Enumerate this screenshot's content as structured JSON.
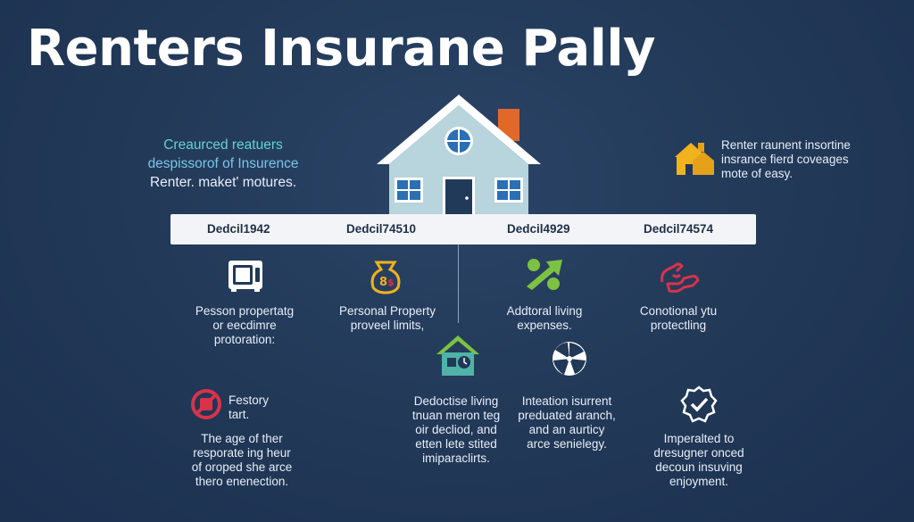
{
  "title": "Renters Insurane Pally",
  "intro_left": [
    "Creaurced reatuers",
    "despissorof of Insurence",
    "Renter. maket' motures."
  ],
  "intro_right": [
    "Renter raunent insortine",
    "insrance fierd coveages",
    "mote of easy."
  ],
  "bar_labels": [
    "Dedcil1942",
    "Dedcil74510",
    "Dedcil4929",
    "Dedcil74574"
  ],
  "row1": [
    {
      "icon": "safe-icon",
      "lines": [
        "Pesson propertatg",
        "or eecdimre",
        "protoration:"
      ]
    },
    {
      "icon": "money-bag-icon",
      "lines": [
        "Personal Property",
        "proveel limits,"
      ]
    },
    {
      "icon": "arrow-up-icon",
      "lines": [
        "Addtoral living",
        "expenses."
      ]
    },
    {
      "icon": "bandaged-hand-icon",
      "lines": [
        "Conotional ytu",
        "protectling"
      ]
    }
  ],
  "row2": [
    {
      "icon": "no-entry-icon",
      "label": [
        "Festory",
        "tart."
      ],
      "lines": [
        "The age of ther",
        "resporate ing heur",
        "of oroped she arce",
        "thero enenection."
      ]
    },
    {
      "icon": "house-shield-icon",
      "lines": [
        "Dedoctise living",
        "tnuan meron teg",
        "oir decliod, and",
        "etten lete stited",
        "imiparaclirts."
      ]
    },
    {
      "icon": "shutter-icon",
      "lines": [
        "Inteation isurrent",
        "preduated aranch,",
        "and an aurticy",
        "arce senielegy."
      ]
    },
    {
      "icon": "shield-check-icon",
      "lines": [
        "Imperalted to",
        "dresugner onced",
        "decoun insuving",
        "enjoyment."
      ]
    }
  ],
  "colors": {
    "background": "#213856",
    "bar": "#f2f4f7",
    "house_wall": "#b8d4dc",
    "house_roof": "#ffffff",
    "chimney": "#e2682a",
    "accent_green": "#7cc242",
    "accent_red": "#d9324a",
    "accent_yellow": "#f0b21e"
  }
}
